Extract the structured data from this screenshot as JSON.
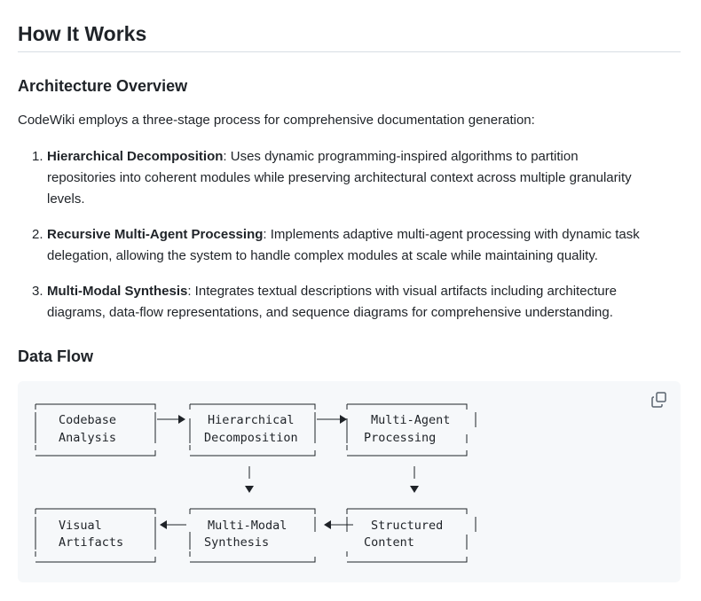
{
  "heading": "How It Works",
  "architecture": {
    "heading": "Architecture Overview",
    "intro": "CodeWiki employs a three-stage process for comprehensive documentation generation:",
    "steps": [
      {
        "number": "1.",
        "title": "Hierarchical Decomposition",
        "text_lines": [
          ": Uses dynamic programming-inspired algorithms to partition",
          "repositories into coherent modules while preserving architectural context across multiple granularity",
          "levels."
        ]
      },
      {
        "number": "2.",
        "title": "Recursive Multi-Agent Processing",
        "text_lines": [
          ": Implements adaptive multi-agent processing with dynamic task",
          "delegation, allowing the system to handle complex modules at scale while maintaining quality."
        ]
      },
      {
        "number": "3.",
        "title": "Multi-Modal Synthesis",
        "text_lines": [
          ": Integrates textual descriptions with visual artifacts including architecture",
          "diagrams, data-flow representations, and sequence diagrams for comprehensive understanding."
        ]
      }
    ]
  },
  "data_flow": {
    "heading": "Data Flow",
    "copy_icon": "copy-icon",
    "nodes": [
      {
        "id": "codebase",
        "lines": [
          "Codebase",
          "Analysis"
        ]
      },
      {
        "id": "hierarchical",
        "lines": [
          "Hierarchical",
          "Decomposition"
        ]
      },
      {
        "id": "multi-agent",
        "lines": [
          "Multi-Agent",
          "Processing"
        ]
      },
      {
        "id": "visual",
        "lines": [
          "Visual",
          "Artifacts"
        ]
      },
      {
        "id": "synthesis",
        "lines": [
          "Multi-Modal",
          "Synthesis"
        ]
      },
      {
        "id": "structured",
        "lines": [
          "Structured",
          "Content"
        ]
      }
    ],
    "edges": [
      {
        "from": "codebase",
        "to": "hierarchical"
      },
      {
        "from": "hierarchical",
        "to": "multi-agent"
      },
      {
        "from": "hierarchical",
        "to": "synthesis"
      },
      {
        "from": "multi-agent",
        "to": "structured"
      },
      {
        "from": "structured",
        "to": "synthesis"
      },
      {
        "from": "synthesis",
        "to": "visual"
      }
    ]
  }
}
